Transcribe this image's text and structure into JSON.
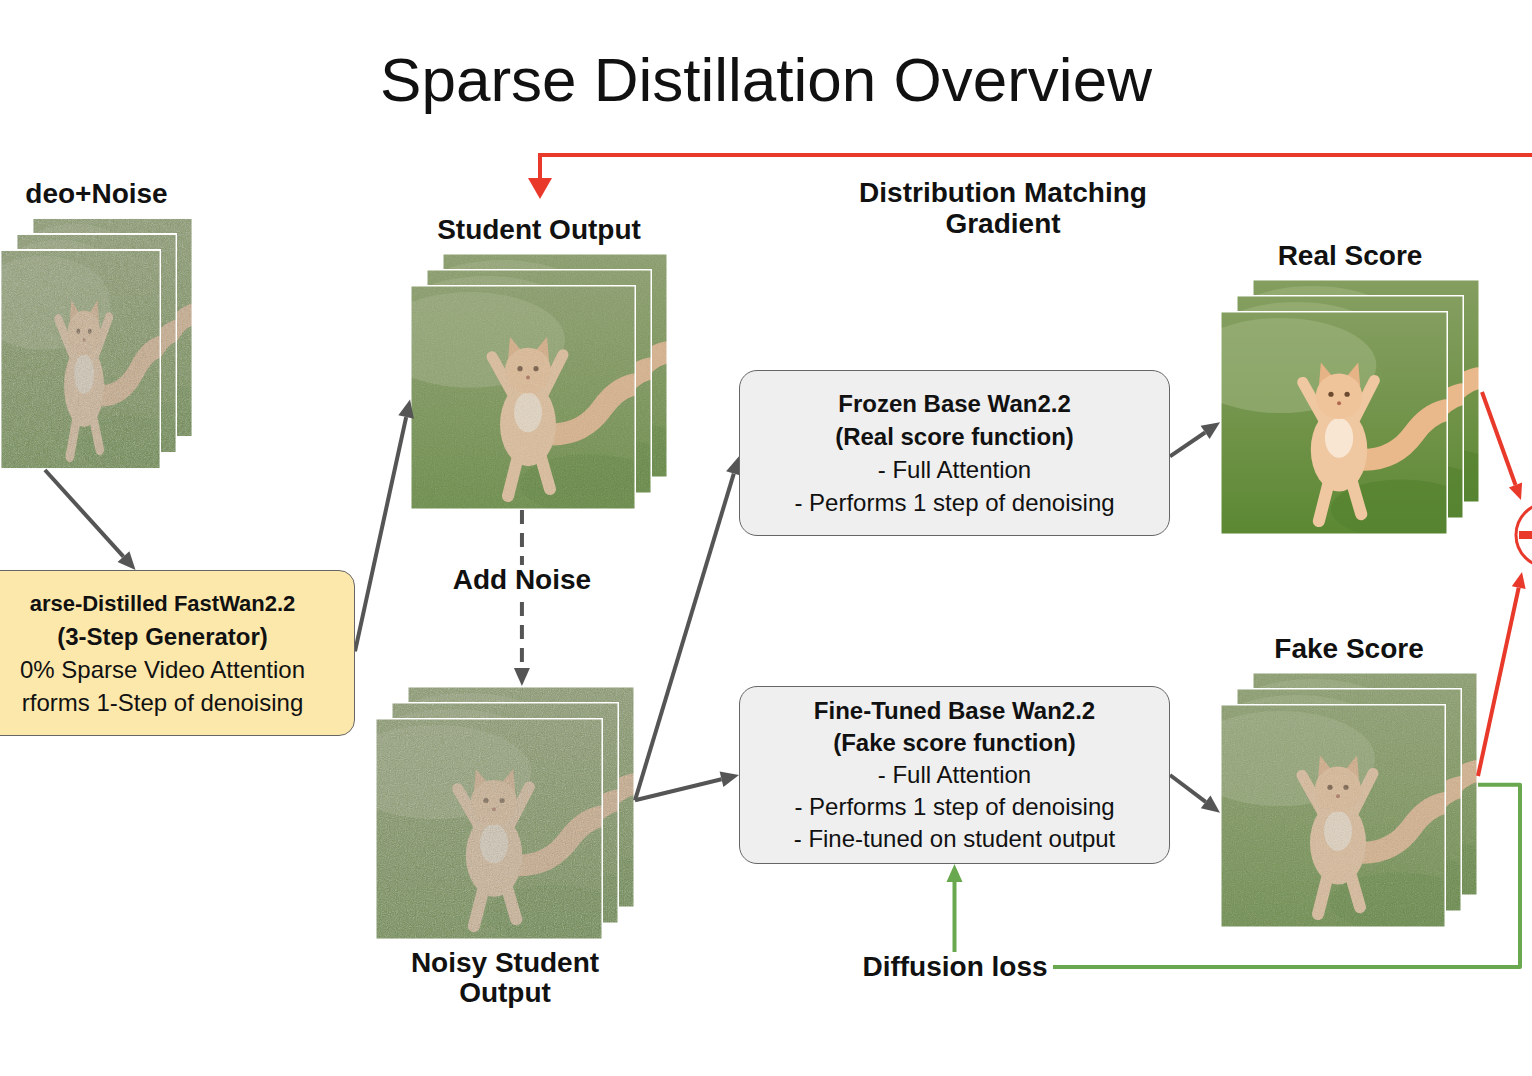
{
  "diagram": {
    "title": "Sparse Distillation Overview",
    "nodes": [
      {
        "text": [
          "deo+Noise"
        ]
      },
      {
        "text": [
          "arse-Distilled FastWan2.2",
          "(3-Step Generator)",
          "0% Sparse Video Attention",
          "rforms 1-Step of denoising"
        ]
      },
      {
        "text": [
          "Student Output"
        ]
      },
      {
        "text": [
          "Noisy Student Output"
        ]
      },
      {
        "text": [
          "Frozen Base Wan2.2",
          "(Real score function)",
          "- Full Attention",
          "- Performs 1 step of denoising"
        ]
      },
      {
        "text": [
          "Fine-Tuned Base Wan2.2",
          "(Fake score function)",
          "- Full Attention",
          "- Performs 1 step of denoising",
          "- Fine-tuned on student output"
        ]
      },
      {
        "text": [
          "Real Score"
        ]
      },
      {
        "text": [
          "Fake Score"
        ]
      }
    ],
    "edges": [
      {
        "from": 0,
        "to": 1,
        "arrow": "to"
      },
      {
        "from": 1,
        "to": 2,
        "arrow": "to"
      },
      {
        "from": 2,
        "to": 3,
        "label": "Add Noise",
        "arrow": "to"
      },
      {
        "from": 3,
        "to": 4,
        "arrow": "to"
      },
      {
        "from": 3,
        "to": 5,
        "arrow": "to"
      },
      {
        "from": 4,
        "to": 6,
        "arrow": "to"
      },
      {
        "from": 5,
        "to": 7,
        "arrow": "to"
      },
      {
        "from": 7,
        "to": 5,
        "label": "Diffusion loss",
        "arrow": "to"
      }
    ],
    "labels": [
      "Distribution Matching Gradient"
    ]
  }
}
